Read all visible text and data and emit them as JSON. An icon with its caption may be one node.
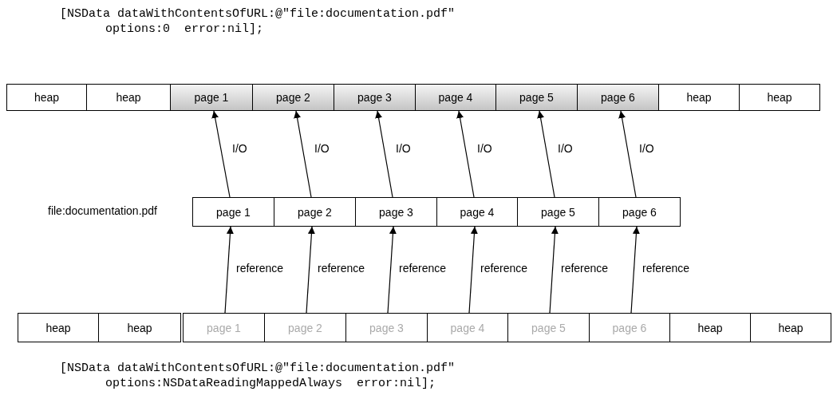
{
  "diagram": {
    "nodes": [
      {
        "text": [
          "heap"
        ]
      },
      {
        "text": [
          "heap"
        ]
      },
      {
        "text": [
          "page 1"
        ]
      },
      {
        "text": [
          "page 2"
        ]
      },
      {
        "text": [
          "page 3"
        ]
      },
      {
        "text": [
          "page 4"
        ]
      },
      {
        "text": [
          "page 5"
        ]
      },
      {
        "text": [
          "page 6"
        ]
      },
      {
        "text": [
          "heap"
        ]
      },
      {
        "text": [
          "heap"
        ]
      },
      {
        "text": [
          "page 1"
        ]
      },
      {
        "text": [
          "page 2"
        ]
      },
      {
        "text": [
          "page 3"
        ]
      },
      {
        "text": [
          "page 4"
        ]
      },
      {
        "text": [
          "page 5"
        ]
      },
      {
        "text": [
          "page 6"
        ]
      },
      {
        "text": [
          "heap"
        ]
      },
      {
        "text": [
          "heap"
        ]
      },
      {
        "text": [
          "page 1"
        ]
      },
      {
        "text": [
          "page 2"
        ]
      },
      {
        "text": [
          "page 3"
        ]
      },
      {
        "text": [
          "page 4"
        ]
      },
      {
        "text": [
          "page 5"
        ]
      },
      {
        "text": [
          "page 6"
        ]
      },
      {
        "text": [
          "heap"
        ]
      },
      {
        "text": [
          "heap"
        ]
      }
    ],
    "edges": [
      {
        "from": 10,
        "to": 2,
        "arrow": "to",
        "label": "I/O"
      },
      {
        "from": 11,
        "to": 3,
        "arrow": "to",
        "label": "I/O"
      },
      {
        "from": 12,
        "to": 4,
        "arrow": "to",
        "label": "I/O"
      },
      {
        "from": 13,
        "to": 5,
        "arrow": "to",
        "label": "I/O"
      },
      {
        "from": 14,
        "to": 6,
        "arrow": "to",
        "label": "I/O"
      },
      {
        "from": 15,
        "to": 7,
        "arrow": "to",
        "label": "I/O"
      },
      {
        "from": 18,
        "to": 10,
        "arrow": "to",
        "label": "reference"
      },
      {
        "from": 19,
        "to": 11,
        "arrow": "to",
        "label": "reference"
      },
      {
        "from": 20,
        "to": 12,
        "arrow": "to",
        "label": "reference"
      },
      {
        "from": 21,
        "to": 13,
        "arrow": "to",
        "label": "reference"
      },
      {
        "from": 22,
        "to": 14,
        "arrow": "to",
        "label": "reference"
      },
      {
        "from": 23,
        "to": 15,
        "arrow": "to",
        "label": "reference"
      }
    ],
    "labels": [
      "[NSData dataWithContentsOfURL:@\"file:documentation.pdf\"",
      "options:0  error:nil];",
      "file:documentation.pdf",
      "[NSData dataWithContentsOfURL:@\"file:documentation.pdf\"",
      "options:NSDataReadingMappedAlways  error:nil];"
    ]
  }
}
